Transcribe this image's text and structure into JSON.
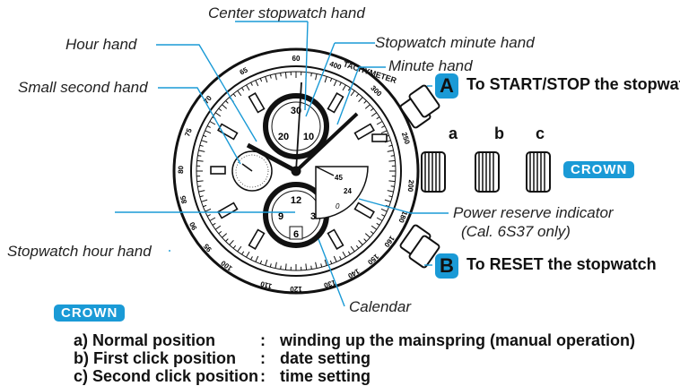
{
  "labels": {
    "center_stopwatch_hand": "Center stopwatch hand",
    "stopwatch_minute_hand": "Stopwatch minute hand",
    "minute_hand": "Minute hand",
    "hour_hand": "Hour hand",
    "small_second_hand": "Small second hand",
    "stopwatch_hour_hand": "Stopwatch hour hand",
    "power_reserve_indicator": "Power reserve indicator",
    "power_reserve_note": "(Cal. 6S37 only)",
    "calendar": "Calendar"
  },
  "buttons": {
    "a": {
      "letter": "A",
      "text": "To START/STOP the stopwatch"
    },
    "b": {
      "letter": "B",
      "text": "To RESET the stopwatch"
    }
  },
  "crown": {
    "badge": "CROWN",
    "positions": [
      "a",
      "b",
      "c"
    ]
  },
  "legend": {
    "badge": "CROWN",
    "rows": [
      {
        "key": "a) Normal position",
        "sep": ":",
        "value": "winding up the mainspring (manual operation)"
      },
      {
        "key": "b) First click position",
        "sep": ":",
        "value": "date setting"
      },
      {
        "key": "c) Second click position",
        "sep": ":",
        "value": "time setting"
      }
    ]
  },
  "dial": {
    "tachymeter_label": "TACHYMETER",
    "tachy_numbers": [
      "60",
      "65",
      "70",
      "75",
      "80",
      "85",
      "90",
      "95",
      "100",
      "110",
      "120",
      "130",
      "140",
      "150",
      "160",
      "180",
      "200",
      "250",
      "300",
      "400"
    ],
    "stopwatch_minute_numbers": [
      "30",
      "20",
      "10"
    ],
    "stopwatch_hour_numbers": [
      "12",
      "9",
      "3",
      "6"
    ],
    "power_reserve_numbers": [
      "45",
      "24",
      "0"
    ]
  },
  "colors": {
    "accent": "#1a9ad6",
    "line": "#1a9ad6",
    "ink": "#111111"
  }
}
